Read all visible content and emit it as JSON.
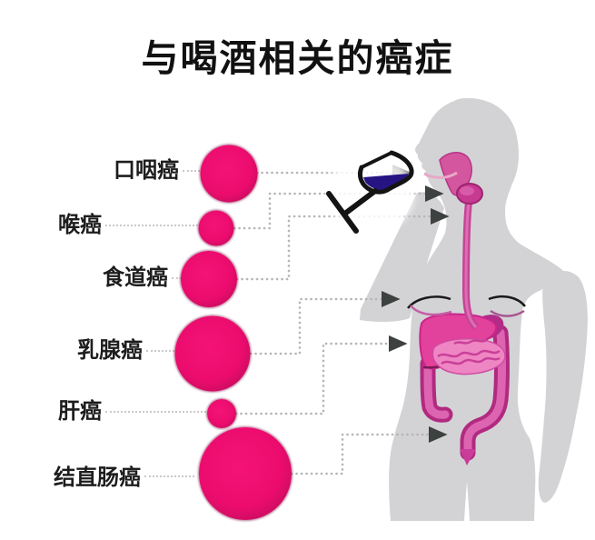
{
  "title": "与喝酒相关的癌症",
  "colors": {
    "circle": "#ec0c6e",
    "circle_edge": "#9b0a50",
    "silhouette": "#d3d3d6",
    "organ_pink": "#e2419c",
    "wine": "#261483",
    "dotted_line": "#b5b5b8"
  },
  "chart_data": {
    "type": "pictogram-diagram",
    "title": "与喝酒相关的癌症",
    "note": "circle diameter encodes relative risk; each cancer points to its organ on the body silhouette",
    "items": [
      {
        "label": "口咽癌",
        "diameter": 63,
        "target": "mouth-pharynx"
      },
      {
        "label": "喉癌",
        "diameter": 39,
        "target": "larynx"
      },
      {
        "label": "食道癌",
        "diameter": 62,
        "target": "esophagus"
      },
      {
        "label": "乳腺癌",
        "diameter": 83,
        "target": "breast"
      },
      {
        "label": "肝癌",
        "diameter": 32,
        "target": "liver"
      },
      {
        "label": "结直肠癌",
        "diameter": 102,
        "target": "colon-rectum"
      }
    ]
  }
}
